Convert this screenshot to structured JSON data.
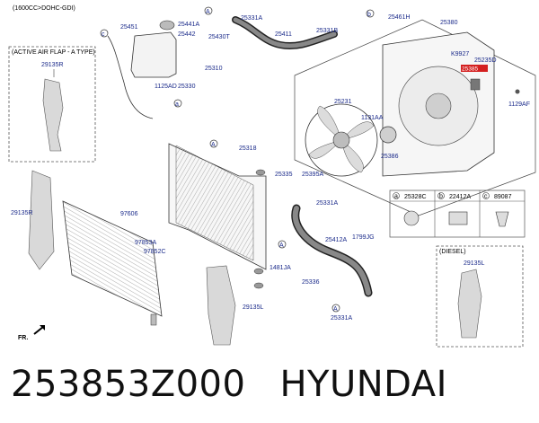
{
  "header": {
    "engine_spec": "(1600CC>DOHC-GDI)"
  },
  "inset_active_air_flap": {
    "title": "(ACTIVE AIR FLAP - A TYPE)",
    "part": "29135R"
  },
  "inset_diesel": {
    "title": "(DIESEL)",
    "part": "29135L"
  },
  "legend": {
    "a": {
      "letter": "a",
      "part": "25328C"
    },
    "b": {
      "letter": "b",
      "part": "22412A"
    },
    "c": {
      "letter": "c",
      "part": "89087"
    }
  },
  "callouts": {
    "c": "c",
    "a": "a",
    "b": "b",
    "A1": "A",
    "A2": "A",
    "A3": "A",
    "A4": "A",
    "a2": "a",
    "b2": "b",
    "c2": "c"
  },
  "labels": {
    "p25451": "25451",
    "p25441A": "25441A",
    "p25442": "25442",
    "p25430T": "25430T",
    "p25331A_top": "25331A",
    "p25411": "25411",
    "p25331B": "25331B",
    "p25461H": "25461H",
    "p25380": "25380",
    "pK9927": "K9927",
    "p25235D": "25235D",
    "p25385": "25385",
    "p1129AF": "1129AF",
    "p25231": "25231",
    "p1131AA": "1131AA",
    "p25386": "25386",
    "p25395A": "25395A",
    "p25310": "25310",
    "p1125AD": "1125AD",
    "p25330": "25330",
    "p25318": "25318",
    "p25335": "25335",
    "p29135R": "29135R",
    "p97606": "97606",
    "p97853A": "97853A",
    "p97852C": "97852C",
    "p25331A_mid": "25331A",
    "p25412A": "25412A",
    "p1799JG": "1799JG",
    "p1481JA": "1481JA",
    "p25336": "25336",
    "p29135L": "29135L",
    "p25331A_bot": "25331A",
    "fr": "FR."
  },
  "caption": {
    "part_number": "253853Z000",
    "brand": "HYUNDAI"
  },
  "colors": {
    "label": "#1a2a8a",
    "line": "#444444",
    "highlight": "#d42020"
  }
}
